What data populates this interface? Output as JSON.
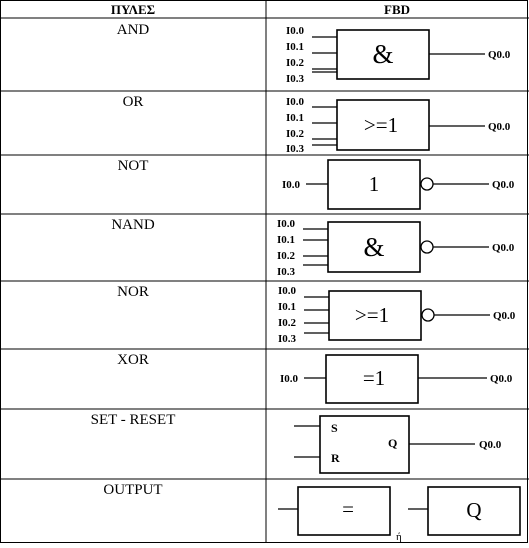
{
  "table": {
    "headers": {
      "gates": "ΠΥΛΕΣ",
      "fbd": "FBD"
    },
    "rows": [
      {
        "gate": "AND",
        "inputs": [
          "I0.0",
          "I0.1",
          "I0.2",
          "I0.3"
        ],
        "symbol": "&",
        "output": "Q0.0",
        "negated": false
      },
      {
        "gate": "OR",
        "inputs": [
          "I0.0",
          "I0.1",
          "I0.2",
          "I0.3"
        ],
        "symbol": ">=1",
        "output": "Q0.0",
        "negated": false
      },
      {
        "gate": "NOT",
        "inputs": [
          "I0.0"
        ],
        "symbol": "1",
        "output": "Q0.0",
        "negated": true
      },
      {
        "gate": "NAND",
        "inputs": [
          "I0.0",
          "I0.1",
          "I0.2",
          "I0.3"
        ],
        "symbol": "&",
        "output": "Q0.0",
        "negated": true
      },
      {
        "gate": "NOR",
        "inputs": [
          "I0.0",
          "I0.1",
          "I0.2",
          "I0.3"
        ],
        "symbol": ">=1",
        "output": "Q0.0",
        "negated": true
      },
      {
        "gate": "XOR",
        "inputs": [
          "I0.0"
        ],
        "symbol": "=1",
        "output": "Q0.0",
        "negated": false
      },
      {
        "gate": "SET - RESET",
        "set_label": "S",
        "reset_label": "R",
        "q_label": "Q",
        "output": "Q0.0"
      },
      {
        "gate": "OUTPUT",
        "symbol_a": "=",
        "or_text": "ή",
        "symbol_b": "Q"
      }
    ]
  }
}
